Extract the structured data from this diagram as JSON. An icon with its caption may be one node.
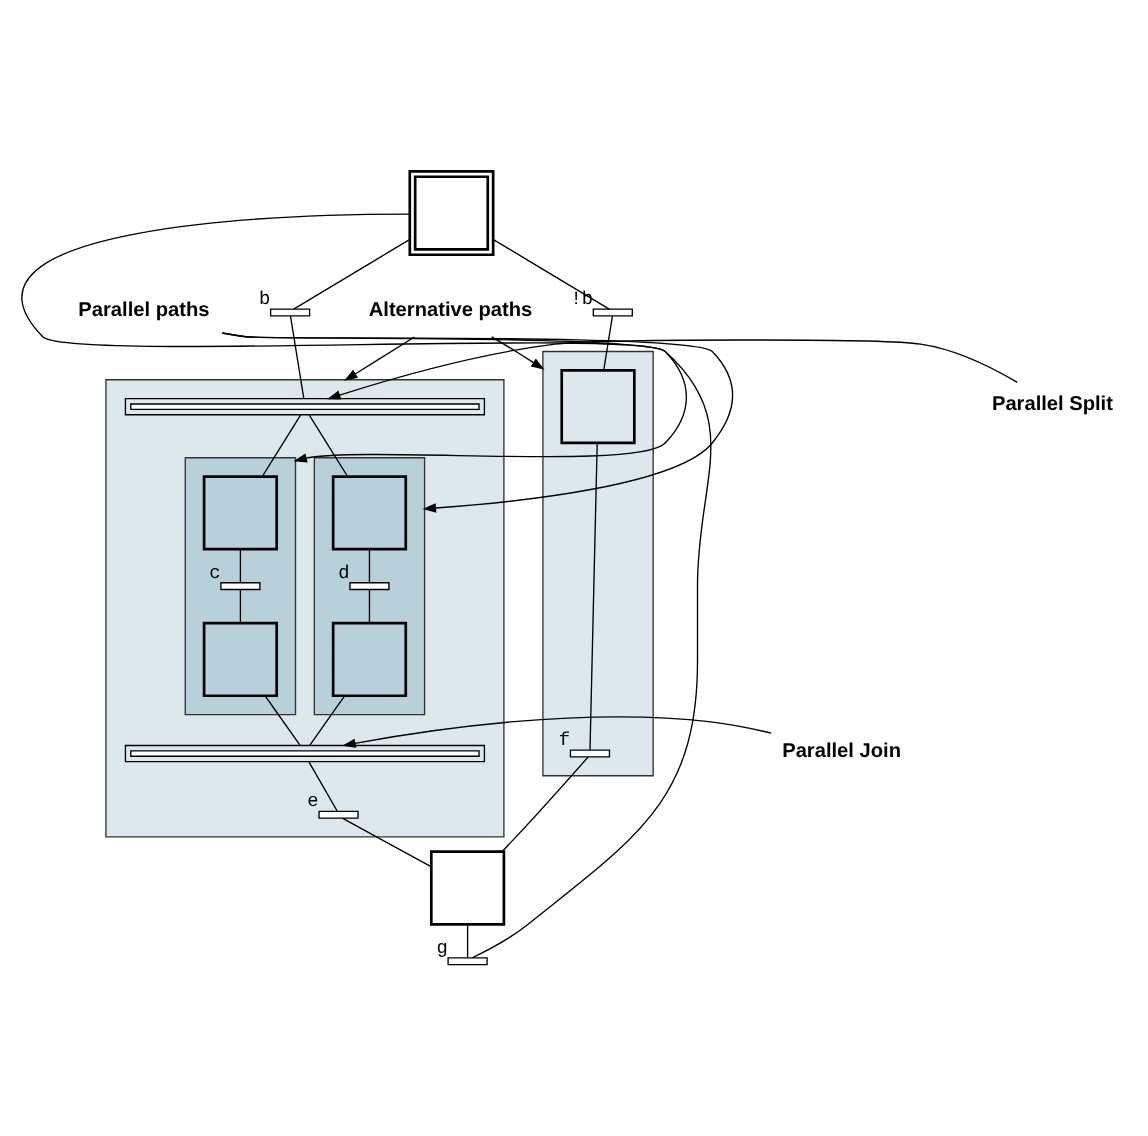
{
  "diagram": {
    "nodes": [
      {
        "text": [],
        "shape": "box"
      },
      {
        "text": [
          "Alternative paths"
        ]
      },
      {
        "text": [
          "Parallel paths"
        ]
      },
      {
        "text": [],
        "shape": "bar",
        "beside": [
          "b"
        ]
      },
      {
        "text": [],
        "shape": "bar",
        "beside": [
          "!b"
        ]
      },
      {
        "text": [],
        "shape": "box"
      },
      {
        "text": [],
        "shape": "bar",
        "in": 5
      },
      {
        "text": [
          "Parallel Split"
        ]
      },
      {
        "text": [],
        "shape": "box",
        "in": 5
      },
      {
        "text": [],
        "shape": "box",
        "in": 8
      },
      {
        "text": [],
        "shape": "bar",
        "in": 8,
        "beside": [
          "c"
        ]
      },
      {
        "text": [],
        "shape": "box",
        "in": 8
      },
      {
        "text": [],
        "shape": "box",
        "in": 5
      },
      {
        "text": [],
        "shape": "box",
        "in": 12
      },
      {
        "text": [],
        "shape": "bar",
        "in": 12,
        "beside": [
          "d"
        ]
      },
      {
        "text": [],
        "shape": "box",
        "in": 12
      },
      {
        "text": [],
        "shape": "bar",
        "in": 5
      },
      {
        "text": [
          "Parallel Join"
        ]
      },
      {
        "text": [],
        "shape": "bar",
        "in": 5,
        "beside": [
          "e"
        ]
      },
      {
        "text": [],
        "shape": "box"
      },
      {
        "text": [],
        "shape": "box",
        "in": 19
      },
      {
        "text": [],
        "shape": "bar",
        "in": 19,
        "beside": [
          "f"
        ]
      },
      {
        "text": [],
        "shape": "box"
      },
      {
        "text": [],
        "shape": "bar",
        "beside": [
          "g"
        ]
      }
    ],
    "edges": [
      {
        "from": 0,
        "to": 3,
        "arrow": "none"
      },
      {
        "from": 0,
        "to": 4,
        "arrow": "none"
      },
      {
        "from": 3,
        "to": 6,
        "arrow": "none"
      },
      {
        "from": 6,
        "to": 9,
        "arrow": "none"
      },
      {
        "from": 6,
        "to": 13,
        "arrow": "none"
      },
      {
        "from": 9,
        "to": 10,
        "arrow": "none"
      },
      {
        "from": 10,
        "to": 11,
        "arrow": "none"
      },
      {
        "from": 13,
        "to": 14,
        "arrow": "none"
      },
      {
        "from": 14,
        "to": 15,
        "arrow": "none"
      },
      {
        "from": 11,
        "to": 16,
        "arrow": "none"
      },
      {
        "from": 15,
        "to": 16,
        "arrow": "none"
      },
      {
        "from": 16,
        "to": 18,
        "arrow": "none"
      },
      {
        "from": 4,
        "to": 20,
        "arrow": "none"
      },
      {
        "from": 20,
        "to": 21,
        "arrow": "none"
      },
      {
        "from": 18,
        "to": 22,
        "arrow": "none"
      },
      {
        "from": 21,
        "to": 22,
        "arrow": "none"
      },
      {
        "from": 22,
        "to": 23,
        "arrow": "none"
      },
      {
        "from": 23,
        "to": 0,
        "arrow": "none"
      },
      {
        "from": 1,
        "to": 5,
        "arrow": "to"
      },
      {
        "from": 1,
        "to": 19,
        "arrow": "to"
      },
      {
        "from": 2,
        "to": 8,
        "arrow": "to"
      },
      {
        "from": 2,
        "to": 12,
        "arrow": "to"
      },
      {
        "from": 7,
        "to": 6,
        "arrow": "to"
      },
      {
        "from": 17,
        "to": 16,
        "arrow": "to"
      }
    ]
  }
}
